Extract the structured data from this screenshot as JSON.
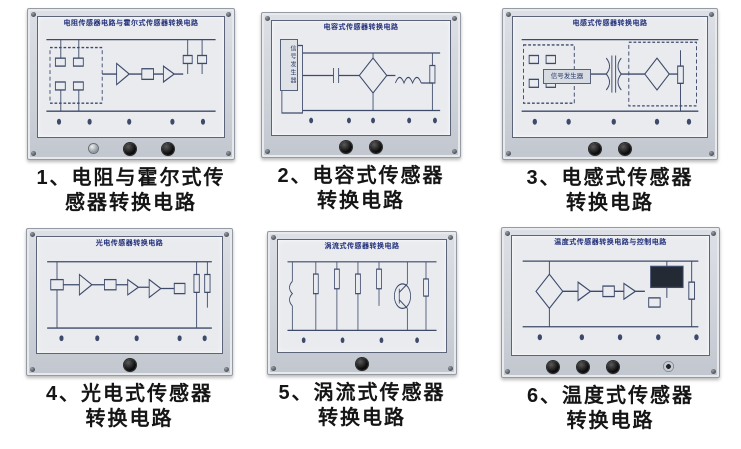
{
  "catalog": {
    "colors": {
      "panel_face": "#d3d7de",
      "schematic_line": "#3d4a6a",
      "board_title_text": "#22307a",
      "caption_text": "#151515",
      "background": "#ffffff"
    },
    "panels": [
      {
        "id": "1",
        "board_title": "电阻传感器电路与霍尔式传感器转换电路",
        "caption": "1、电阻与霍尔式传\n感器转换电路"
      },
      {
        "id": "2",
        "board_title": "电容式传感器转换电路",
        "signal_box": "信号发生器",
        "caption": "2、电容式传感器\n转换电路"
      },
      {
        "id": "3",
        "board_title": "电感式传感器转换电路",
        "signal_box": "信号发生器",
        "caption": "3、电感式传感器\n转换电路"
      },
      {
        "id": "4",
        "board_title": "光电传感器转换电路",
        "caption": "4、光电式传感器\n转换电路"
      },
      {
        "id": "5",
        "board_title": "涡流式传感器转换电路",
        "caption": "5、涡流式传感器\n转换电路"
      },
      {
        "id": "6",
        "board_title": "温度式传感器转换电路与控制电路",
        "caption": "6、温度式传感器\n转换电路"
      }
    ]
  }
}
